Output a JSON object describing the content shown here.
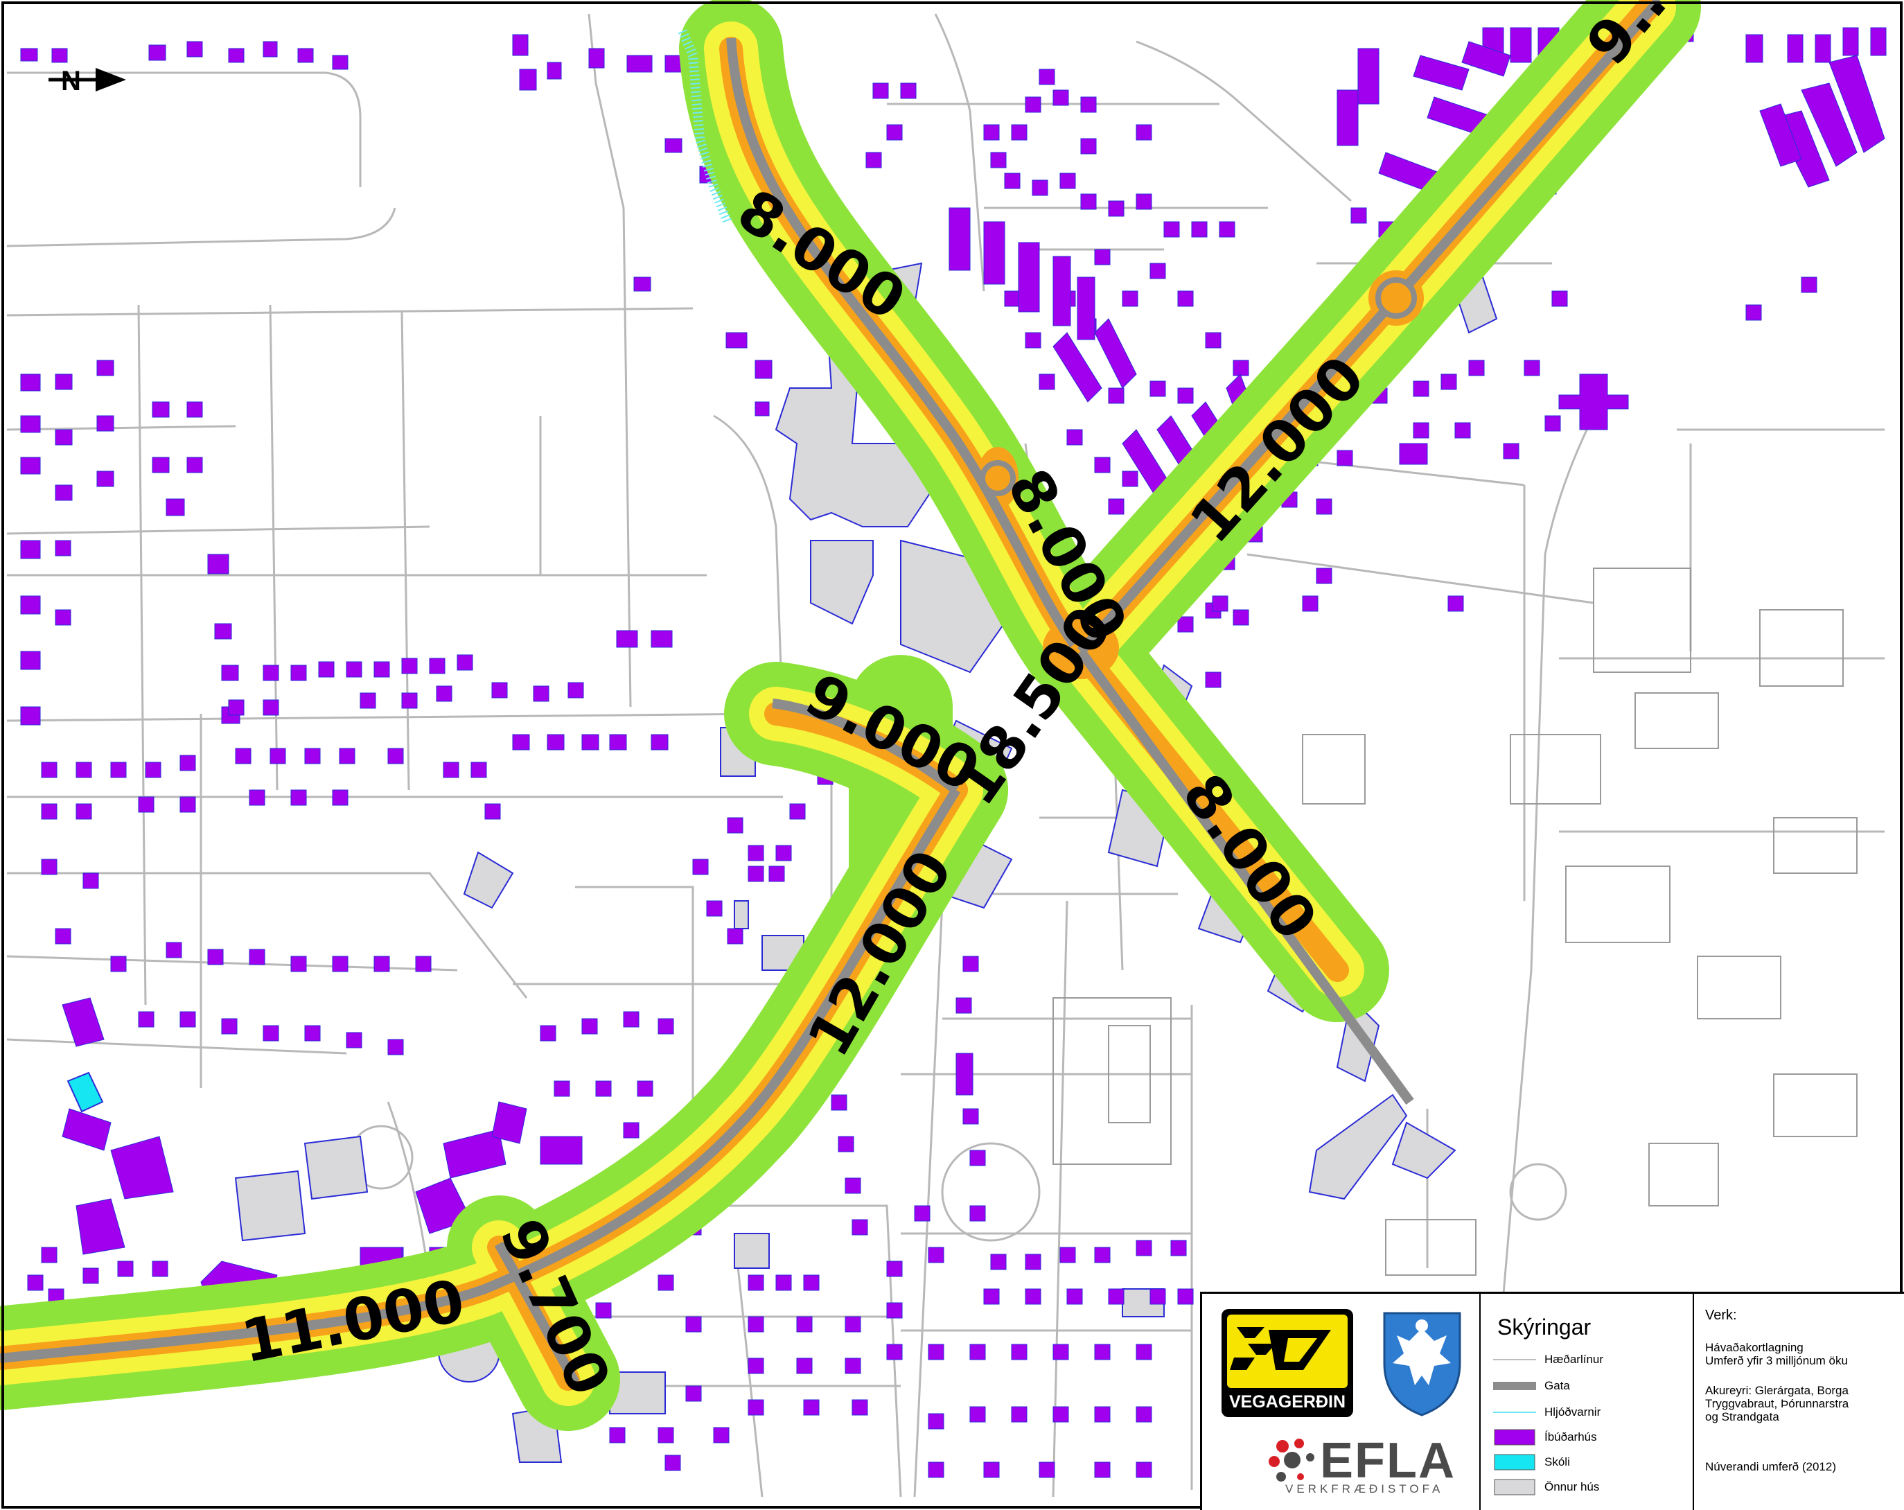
{
  "map": {
    "north_arrow_label": "N",
    "traffic_labels": [
      {
        "id": "lbl-1",
        "text": "8.000"
      },
      {
        "id": "lbl-2",
        "text": "8.000"
      },
      {
        "id": "lbl-3",
        "text": "12.000"
      },
      {
        "id": "lbl-4",
        "text": "9.000"
      },
      {
        "id": "lbl-5",
        "text": "18.500"
      },
      {
        "id": "lbl-6",
        "text": "8.000"
      },
      {
        "id": "lbl-7",
        "text": "12.000"
      },
      {
        "id": "lbl-8",
        "text": "11.000"
      },
      {
        "id": "lbl-9",
        "text": "9.700"
      },
      {
        "id": "lbl-10",
        "text": "9..."
      }
    ],
    "colors": {
      "road": "#8c8c8c",
      "noise_zone_outer": "#8ee33b",
      "noise_zone_mid": "#f4f43c",
      "noise_zone_inner": "#f7a21b",
      "residential": "#a100ee",
      "school": "#16e6f2",
      "other_building": "#d9d9dc",
      "building_outline": "#2b2bd6",
      "noise_barrier": "#6fe8f5",
      "street_line": "#b3b3b3"
    }
  },
  "legend": {
    "title": "Skýringar",
    "items": [
      {
        "label": "Hæðarlínur",
        "symbol": "thin-line",
        "color": "#bdbdbd"
      },
      {
        "label": "Gata",
        "symbol": "thick-line",
        "color": "#8c8c8c"
      },
      {
        "label": "Hljóðvarnir",
        "symbol": "thin-line",
        "color": "#6fe8f5"
      },
      {
        "label": "Íbúðarhús",
        "symbol": "box",
        "color": "#a100ee"
      },
      {
        "label": "Skóli",
        "symbol": "box",
        "color": "#16e6f2"
      },
      {
        "label": "Önnur hús",
        "symbol": "box",
        "color": "#d9d9dc"
      }
    ]
  },
  "project": {
    "heading": "Verk:",
    "line1": "Hávaðakortlagning",
    "line2": "Umferð yfir 3 milljónum öku",
    "line3": "Akureyri: Glerárgata, Borga",
    "line4": "Tryggvabraut, Þórunnarstra",
    "line5": "og Strandgata",
    "line6": "Núverandi umferð (2012)"
  },
  "logos": {
    "vegagerdin": "VEGAGERÐIN",
    "efla_name": "EFLA",
    "efla_sub": "VERKFRÆÐISTOFA"
  }
}
